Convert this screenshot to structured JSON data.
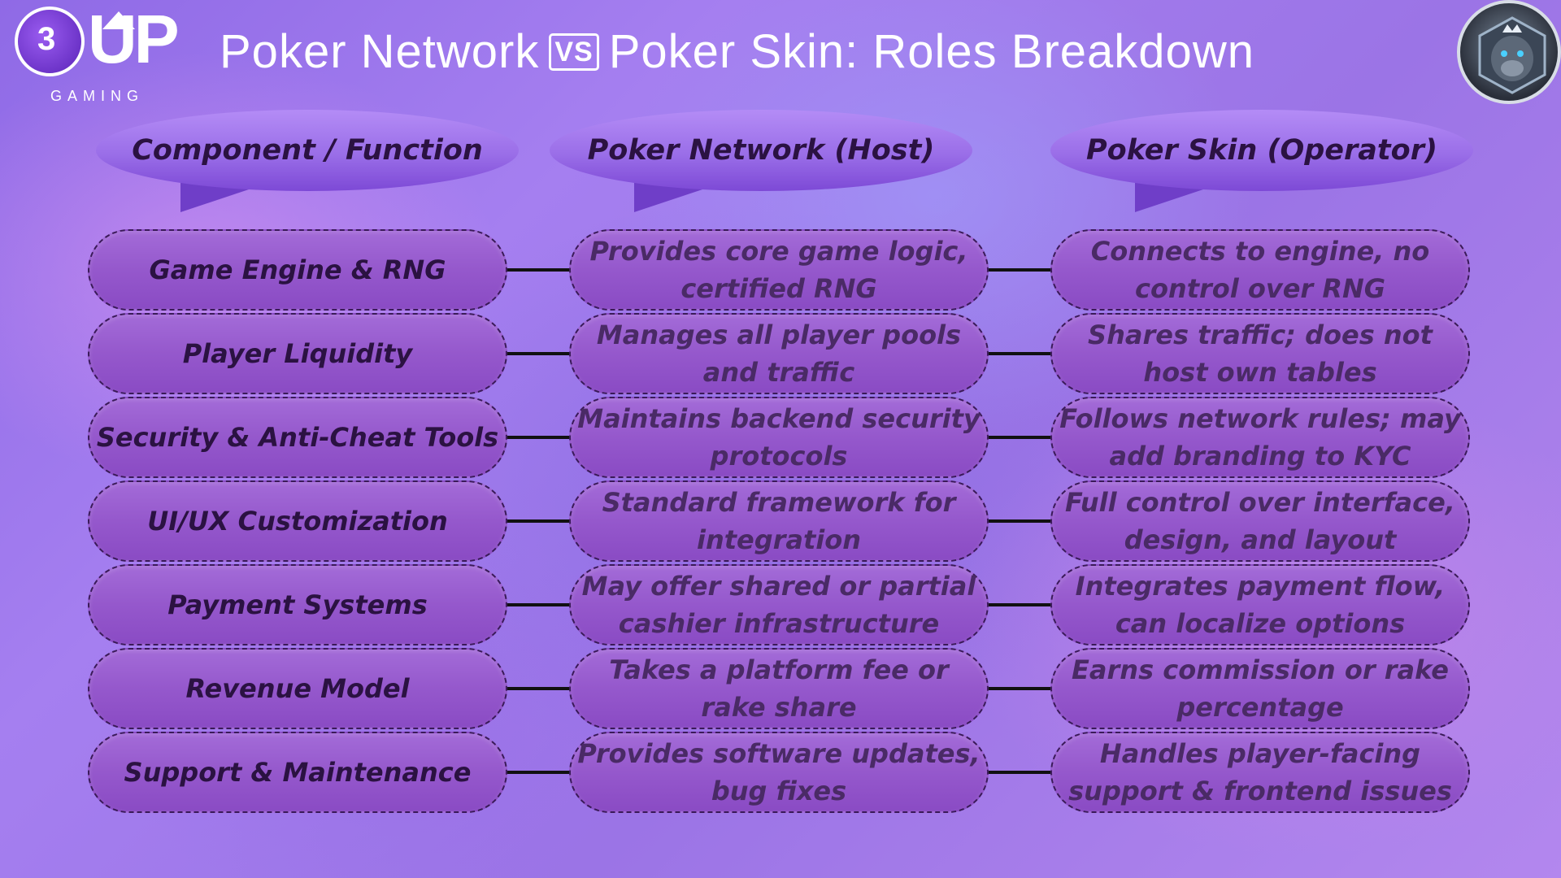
{
  "brand": {
    "logo_number": "3",
    "logo_main": "UP",
    "logo_sub": "GAMING"
  },
  "header": {
    "title_left": "Poker Network",
    "title_vs": "VS",
    "title_right": "Poker Skin: Roles Breakdown"
  },
  "columns": [
    {
      "label": "Component / Function"
    },
    {
      "label": "Poker Network (Host)"
    },
    {
      "label": "Poker Skin (Operator)"
    }
  ],
  "rows": [
    {
      "component": "Game Engine & RNG",
      "network": "Provides core game logic, certified RNG",
      "skin": "Connects to engine, no control over RNG"
    },
    {
      "component": "Player Liquidity",
      "network": "Manages all player pools and traffic",
      "skin": "Shares traffic; does not host own tables"
    },
    {
      "component": "Security & Anti-Cheat Tools",
      "network": "Maintains backend security protocols",
      "skin": "Follows network rules; may add branding to KYC"
    },
    {
      "component": "UI/UX Customization",
      "network": "Standard framework for integration",
      "skin": "Full control over interface, design, and layout"
    },
    {
      "component": "Payment Systems",
      "network": "May offer shared or partial cashier infrastructure",
      "skin": "Integrates payment flow, can localize options"
    },
    {
      "component": "Revenue Model",
      "network": "Takes a platform fee or rake share",
      "skin": "Earns commission or rake percentage"
    },
    {
      "component": "Support & Maintenance",
      "network": "Provides software updates, bug fixes",
      "skin": "Handles player-facing support & frontend issues"
    }
  ],
  "colors": {
    "text_dark": "#2b1242",
    "pill": "#9558cc",
    "connector": "#111111"
  }
}
